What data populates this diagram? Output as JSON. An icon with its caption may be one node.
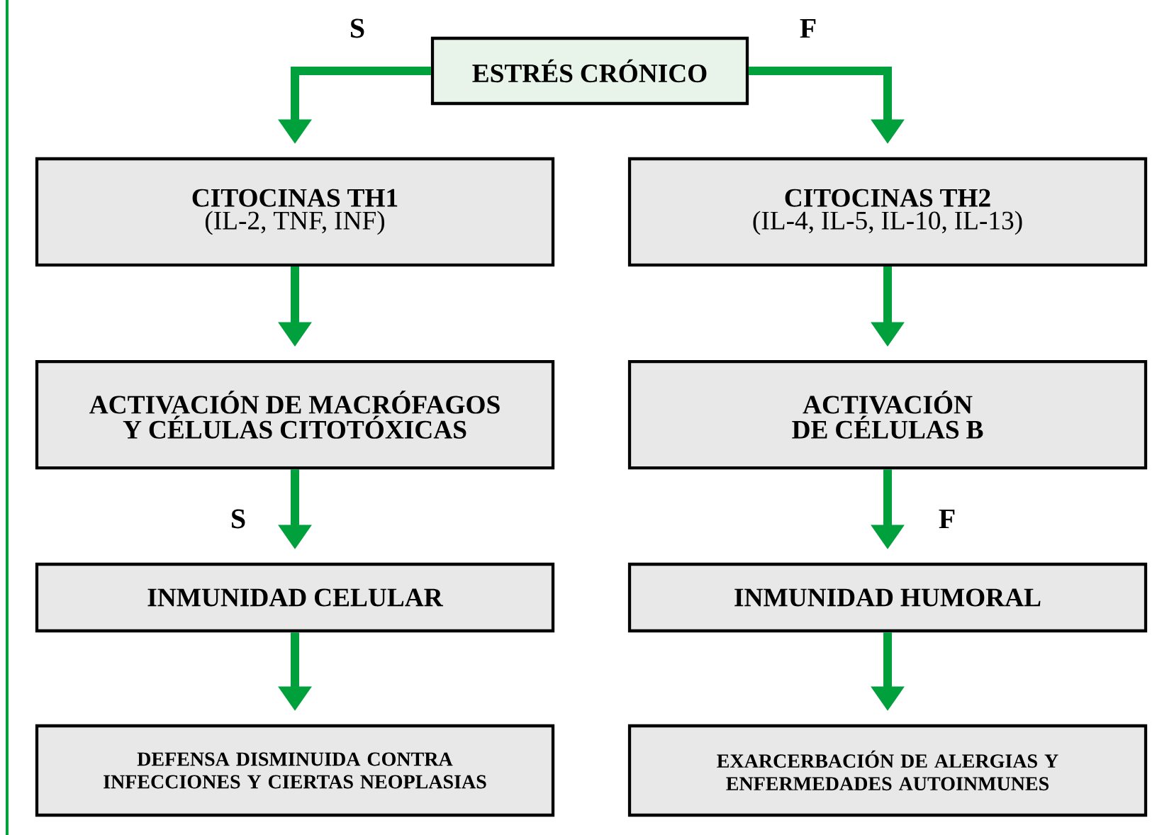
{
  "diagram": {
    "nodes": [
      {
        "text": [
          "ESTRÉS CRÓNICO"
        ]
      },
      {
        "text": [
          "CITOCINAS TH1",
          "(IL-2, TNF, INF)"
        ]
      },
      {
        "text": [
          "CITOCINAS TH2",
          "(IL-4, IL-5, IL-10, IL-13)"
        ]
      },
      {
        "text": [
          "ACTIVACIÓN DE MACRÓFAGOS Y CÉLULAS CITOTÓXICAS"
        ]
      },
      {
        "text": [
          "ACTIVACIÓN DE CÉLULAS B"
        ]
      },
      {
        "text": [
          "INMUNIDAD CELULAR"
        ]
      },
      {
        "text": [
          "INMUNIDAD HUMORAL"
        ]
      },
      {
        "text": [
          "DEFENSA DISMINUIDA CONTRA INFECCIONES Y CIERTAS NEOPLASIAS"
        ]
      },
      {
        "text": [
          "EXARCERBACIÓN DE ALERGIAS Y ENFERMEDADES AUTOINMUNES"
        ]
      }
    ],
    "edges": [
      {
        "from": 0,
        "to": 1,
        "arrow": "to",
        "label": "S"
      },
      {
        "from": 0,
        "to": 2,
        "arrow": "to",
        "label": "F"
      },
      {
        "from": 1,
        "to": 3,
        "arrow": "to"
      },
      {
        "from": 2,
        "to": 4,
        "arrow": "to"
      },
      {
        "from": 3,
        "to": 5,
        "arrow": "to",
        "label": "S"
      },
      {
        "from": 4,
        "to": 6,
        "arrow": "to",
        "label": "F"
      },
      {
        "from": 5,
        "to": 7,
        "arrow": "to"
      },
      {
        "from": 6,
        "to": 8,
        "arrow": "to"
      }
    ]
  }
}
